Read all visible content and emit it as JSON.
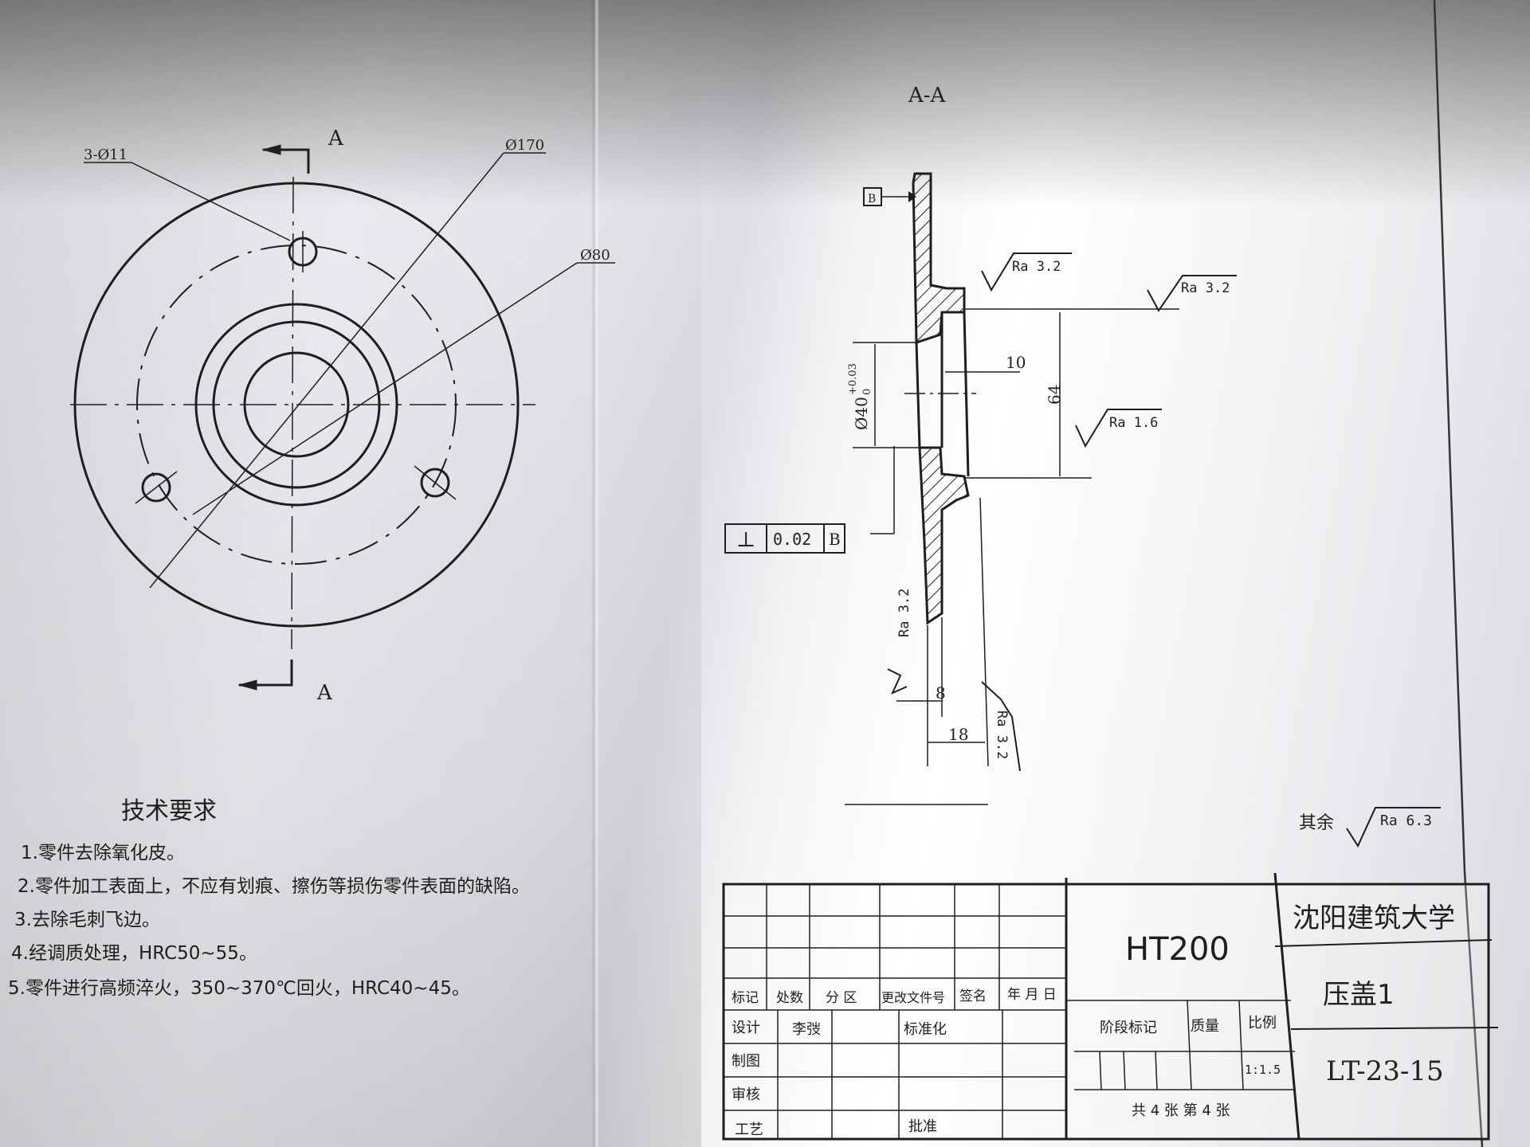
{
  "front_view": {
    "section_marker_top": "A",
    "section_marker_bottom": "A",
    "holes_label": "3-Ø11",
    "outer_diameter": "Ø170",
    "bolt_circle_diameter": "Ø80"
  },
  "section_view": {
    "title": "A-A",
    "datum": "B",
    "roughness_top_1": "Ra 3.2",
    "roughness_top_2": "Ra 3.2",
    "roughness_mid": "Ra 1.6",
    "roughness_left": "Ra 3.2",
    "roughness_bottom": "Ra 3.2",
    "dim_10": "10",
    "dim_64": "64",
    "dim_bore_base": "Ø40",
    "dim_bore_upper": "+0.03",
    "dim_bore_lower": "0",
    "dim_8": "8",
    "dim_18": "18",
    "tolerance_symbol": "⊥",
    "tolerance_value": "0.02",
    "tolerance_datum": "B"
  },
  "other_roughness": {
    "label": "其余",
    "value": "Ra 6.3"
  },
  "tech_requirements": {
    "title": "技术要求",
    "items": [
      "1.零件去除氧化皮。",
      "2.零件加工表面上，不应有划痕、擦伤等损伤零件表面的缺陷。",
      "3.去除毛刺飞边。",
      "4.经调质处理，HRC50~55。",
      "5.零件进行高频淬火，350~370℃回火，HRC40~45。"
    ]
  },
  "title_block": {
    "material": "HT200",
    "school": "沈阳建筑大学",
    "part_name": "压盖1",
    "drawing_no": "LT-23-15",
    "headers": [
      "标记",
      "处数",
      "分 区",
      "更改文件号",
      "签名",
      "年 月 日"
    ],
    "row_design": "设计",
    "designer": "李弢",
    "standardize": "标准化",
    "row_draw": "制图",
    "row_review": "审核",
    "row_process": "工艺",
    "approve": "批准",
    "stage_mark": "阶段标记",
    "mass": "质量",
    "scale_label": "比例",
    "scale_value": "1:1.5",
    "sheets": "共 4 张  第 4 张"
  }
}
